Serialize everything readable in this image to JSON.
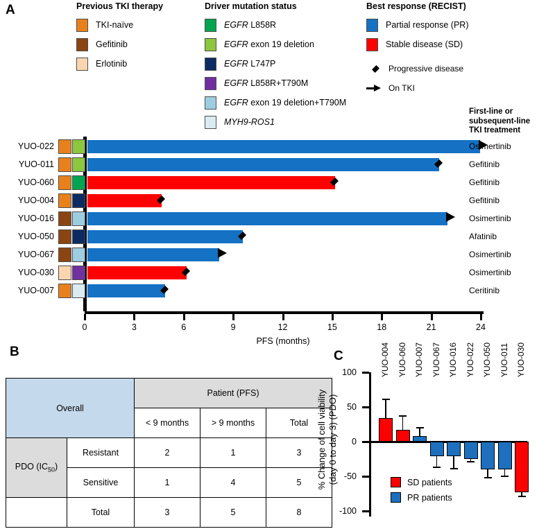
{
  "panels": {
    "a": "A",
    "b": "B",
    "c": "C"
  },
  "legends": {
    "prev_tki": {
      "title": "Previous TKI therapy",
      "items": [
        {
          "label": "TKI-naïve",
          "color": "#E8811C"
        },
        {
          "label": "Gefitinib",
          "color": "#8B4513"
        },
        {
          "label": "Erlotinib",
          "color": "#FBD5AF"
        }
      ]
    },
    "driver": {
      "title": "Driver mutation status",
      "items": [
        {
          "gene": "EGFR",
          "rest": " L858R",
          "color": "#00A551"
        },
        {
          "gene": "EGFR",
          "rest": " exon 19 deletion",
          "color": "#8DC63F"
        },
        {
          "gene": "EGFR",
          "rest": " L747P",
          "color": "#0D2B63"
        },
        {
          "gene": "EGFR",
          "rest": " L858R+T790M",
          "color": "#7030A0"
        },
        {
          "gene": "EGFR",
          "rest": " exon 19 deletion+T790M",
          "color": "#9DCDE0"
        },
        {
          "gene": "MYH9-ROS1",
          "rest": "",
          "color": "#DAEBF2"
        }
      ]
    },
    "best_response": {
      "title": "Best response (RECIST)",
      "items": [
        {
          "label": "Partial response (PR)",
          "color": "#1471C4"
        },
        {
          "label": "Stable disease (SD)",
          "color": "#FF0000"
        }
      ],
      "markers": [
        {
          "label": "Progressive disease",
          "icon": "diamond-icon"
        },
        {
          "label": "On TKI",
          "icon": "arrow-right-icon"
        }
      ]
    }
  },
  "swimmer": {
    "tki_column_header": "First-line or\nsubsequent-line\nTKI treatment",
    "xlabel": "PFS (months)",
    "xticks": [
      0,
      3,
      6,
      9,
      12,
      15,
      18,
      21,
      24
    ],
    "xlim": [
      0,
      24
    ],
    "rows": [
      {
        "id": "YUO-022",
        "prev_tki": "TKI-naïve",
        "prev_color": "#E8811C",
        "driver": "EGFR exon 19 deletion",
        "driver_color": "#8DC63F",
        "response": "PR",
        "bar_color": "#1471C4",
        "pfs": 23.8,
        "end_marker": "arrow",
        "treatment": "Osimertinib"
      },
      {
        "id": "YUO-011",
        "prev_tki": "TKI-naïve",
        "prev_color": "#E8811C",
        "driver": "EGFR exon 19 deletion",
        "driver_color": "#8DC63F",
        "response": "PR",
        "bar_color": "#1471C4",
        "pfs": 21.3,
        "end_marker": "diamond",
        "treatment": "Gefitinib"
      },
      {
        "id": "YUO-060",
        "prev_tki": "TKI-naïve",
        "prev_color": "#E8811C",
        "driver": "EGFR L858R",
        "driver_color": "#00A551",
        "response": "SD",
        "bar_color": "#FF0000",
        "pfs": 15.0,
        "end_marker": "diamond",
        "treatment": "Gefitinib"
      },
      {
        "id": "YUO-004",
        "prev_tki": "TKI-naïve",
        "prev_color": "#E8811C",
        "driver": "EGFR L747P",
        "driver_color": "#0D2B63",
        "response": "SD",
        "bar_color": "#FF0000",
        "pfs": 4.5,
        "end_marker": "diamond",
        "treatment": "Gefitinib"
      },
      {
        "id": "YUO-016",
        "prev_tki": "Gefitinib",
        "prev_color": "#8B4513",
        "driver": "EGFR exon 19 deletion+T790M",
        "driver_color": "#9DCDE0",
        "response": "PR",
        "bar_color": "#1471C4",
        "pfs": 21.8,
        "end_marker": "arrow",
        "treatment": "Osimertinib"
      },
      {
        "id": "YUO-050",
        "prev_tki": "Gefitinib",
        "prev_color": "#8B4513",
        "driver": "EGFR L747P",
        "driver_color": "#0D2B63",
        "response": "PR",
        "bar_color": "#1471C4",
        "pfs": 9.4,
        "end_marker": "diamond",
        "treatment": "Afatinib"
      },
      {
        "id": "YUO-067",
        "prev_tki": "Gefitinib",
        "prev_color": "#8B4513",
        "driver": "EGFR exon 19 deletion+T790M",
        "driver_color": "#9DCDE0",
        "response": "PR",
        "bar_color": "#1471C4",
        "pfs": 8.0,
        "end_marker": "arrow",
        "treatment": "Osimertinib"
      },
      {
        "id": "YUO-030",
        "prev_tki": "Erlotinib",
        "prev_color": "#FBD5AF",
        "driver": "EGFR L858R+T790M",
        "driver_color": "#7030A0",
        "response": "SD",
        "bar_color": "#FF0000",
        "pfs": 6.0,
        "end_marker": "diamond",
        "treatment": "Osimertinib"
      },
      {
        "id": "YUO-007",
        "prev_tki": "TKI-naïve",
        "prev_color": "#E8811C",
        "driver": "MYH9-ROS1",
        "driver_color": "#DAEBF2",
        "response": "PR",
        "bar_color": "#1471C4",
        "pfs": 4.7,
        "end_marker": "diamond",
        "treatment": "Ceritinib"
      }
    ]
  },
  "table": {
    "corner": "Overall",
    "group_header": "Patient (PFS)",
    "col_headers": [
      "< 9 months",
      "> 9 months",
      "Total"
    ],
    "row_group": "PDO (IC50)",
    "row_group_sub": "50",
    "rows": [
      {
        "name": "Resistant",
        "values": [
          "2",
          "1",
          "3"
        ]
      },
      {
        "name": "Sensitive",
        "values": [
          "1",
          "4",
          "5"
        ]
      },
      {
        "name": "Total",
        "values": [
          "3",
          "5",
          "8"
        ]
      }
    ]
  },
  "chart_data": {
    "type": "bar",
    "title": "",
    "xlabel": "",
    "ylabel": "% Change of cell viability (day 0 to day 3) (PDO)",
    "ylabel_line1": "% Change of cell viability",
    "ylabel_line2": "(day 0 to day 3) (PDO)",
    "ylim": [
      -100,
      100
    ],
    "yticks": [
      100,
      50,
      0,
      -50,
      -100
    ],
    "grid": false,
    "categories": [
      "YUO-004",
      "YUO-060",
      "YUO-007",
      "YUO-067",
      "YUO-016",
      "YUO-022",
      "YUO-050",
      "YUO-011",
      "YUO-030"
    ],
    "values": [
      34,
      17,
      8,
      -21,
      -21,
      -25,
      -40,
      -40,
      -73
    ],
    "errors": [
      28,
      21,
      13,
      15,
      17,
      3,
      11,
      9,
      5
    ],
    "groups": [
      "SD",
      "SD",
      "PR",
      "PR",
      "PR",
      "PR",
      "PR",
      "PR",
      "SD"
    ],
    "legend": [
      {
        "label": "SD patients",
        "color": "#FF0000"
      },
      {
        "label": "PR patients",
        "color": "#1E6FBE"
      }
    ],
    "legend_position": "lower-left",
    "colors": {
      "SD": "#FF0000",
      "PR": "#1E6FBE"
    }
  }
}
